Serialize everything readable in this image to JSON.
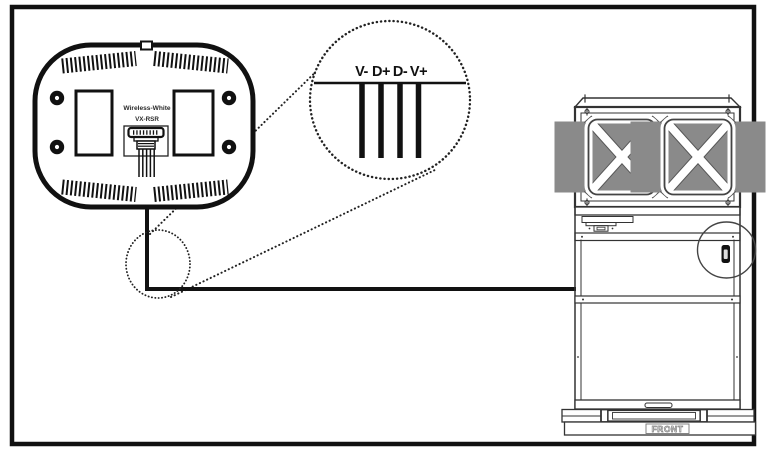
{
  "figure": {
    "type": "installation-wiring-diagram",
    "background_color": "#ffffff",
    "line_color": "#1a1a1a"
  },
  "device": {
    "brand": "Wireless-White",
    "model": "VX-RSR"
  },
  "wiring_detail": {
    "terminals": [
      "V-",
      "D+",
      "D-",
      "V+"
    ]
  },
  "unit": {
    "front_label": "FRONT"
  }
}
